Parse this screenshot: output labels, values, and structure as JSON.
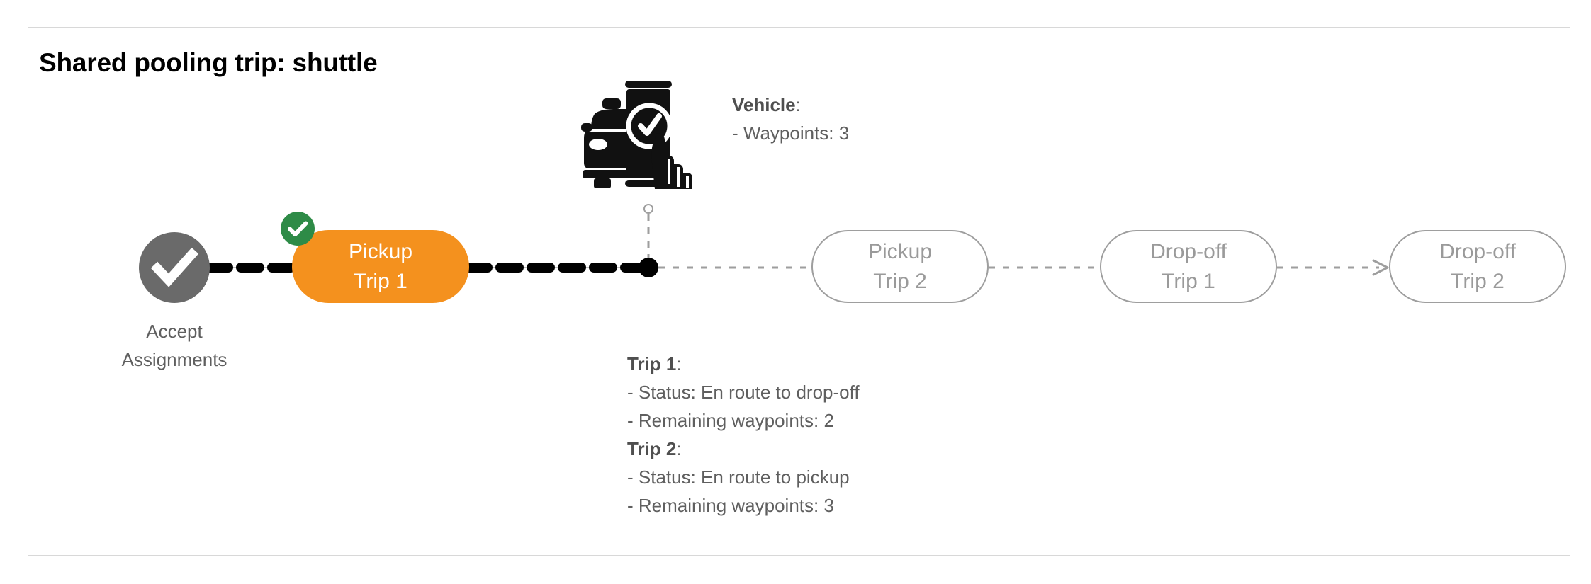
{
  "page": {
    "title": "Shared pooling trip: shuttle",
    "background": "#ffffff",
    "divider_color": "#d8d8d8"
  },
  "colors": {
    "accent_orange": "#f4911e",
    "completed_green": "#2e8b47",
    "node_gray": "#6a6a6a",
    "future_outline": "#9e9e9e",
    "future_text": "#9a9a9a",
    "annotation_text": "#5f5f5f",
    "track_active": "#000000",
    "track_future": "#9e9e9e"
  },
  "timeline": {
    "start": {
      "icon": "check-circle-icon",
      "label_line1": "Accept",
      "label_line2": "Assignments",
      "state": "completed"
    },
    "nodes": [
      {
        "id": "pickup-trip-1",
        "line1": "Pickup",
        "line2": "Trip 1",
        "state": "active",
        "badge": "completed-check-badge"
      },
      {
        "id": "pickup-trip-2",
        "line1": "Pickup",
        "line2": "Trip 2",
        "state": "future"
      },
      {
        "id": "dropoff-trip-1",
        "line1": "Drop-off",
        "line2": "Trip 1",
        "state": "future"
      },
      {
        "id": "dropoff-trip-2",
        "line1": "Drop-off",
        "line2": "Trip 2",
        "state": "future"
      }
    ],
    "vehicle_marker": {
      "icon": "vehicle-checkin-icon",
      "dot": "current-position-dot",
      "anchor": "leader-line-anchor"
    }
  },
  "annotations": {
    "vehicle": {
      "heading": "Vehicle",
      "heading_suffix": ":",
      "rows": [
        "- Waypoints: 3"
      ]
    },
    "trips": [
      {
        "heading": "Trip 1",
        "heading_suffix": ":",
        "rows": [
          "- Status:  En route to drop-off",
          "- Remaining waypoints: 2"
        ]
      },
      {
        "heading": "Trip 2",
        "heading_suffix": ":",
        "rows": [
          "- Status:  En route to pickup",
          "- Remaining waypoints: 3"
        ]
      }
    ]
  }
}
